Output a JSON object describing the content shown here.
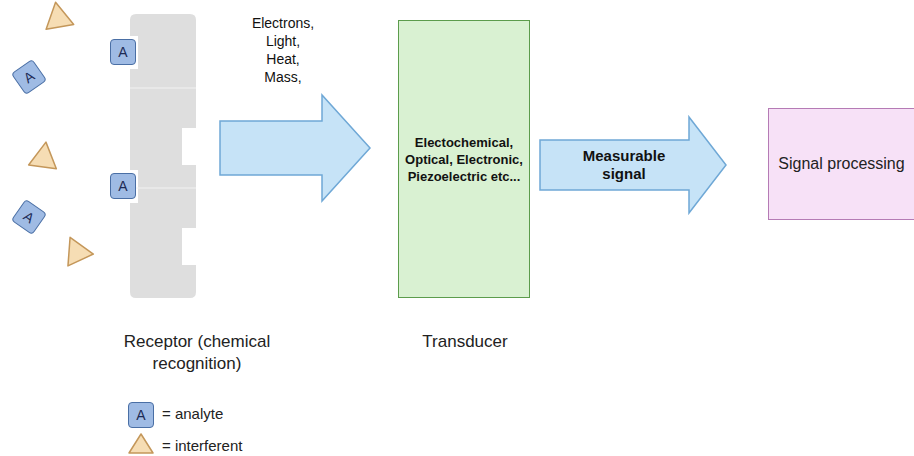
{
  "diagram": {
    "nodes": [
      {
        "text": [
          "Receptor (chemical recognition)"
        ]
      },
      {
        "text": [
          "A"
        ],
        "in": 0
      },
      {
        "text": [
          "A"
        ],
        "in": 0
      },
      {
        "text": [
          "A"
        ]
      },
      {
        "text": [
          "A"
        ]
      },
      {
        "text": [
          "Electochemical, Optical, Electronic, Piezoelectric etc...",
          "Transducer"
        ]
      },
      {
        "text": [
          "Signal processing"
        ]
      }
    ],
    "edges": [
      {
        "from": 0,
        "to": 5,
        "label": "Electrons, Light, Heat, Mass,",
        "arrow": "to"
      },
      {
        "from": 5,
        "to": 6,
        "label": "Measurable signal",
        "arrow": "to"
      }
    ],
    "labels": [
      "A"
    ],
    "legend": [
      {
        "text": "= analyte"
      },
      {
        "text": "= interferent"
      }
    ]
  }
}
